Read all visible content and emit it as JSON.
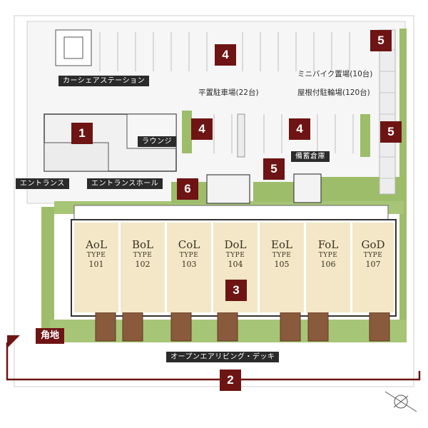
{
  "numbers": {
    "n1": "1",
    "n2": "2",
    "n3": "3",
    "n4a": "4",
    "n4b": "4",
    "n4c": "4",
    "n5a": "5",
    "n5b": "5",
    "n5c": "5",
    "n6": "6"
  },
  "labels": {
    "car_share": "カーシェアステーション",
    "lounge": "ラウンジ",
    "entrance": "エントランス",
    "entrance_hall": "エントランスホール",
    "storage": "備蓄倉庫",
    "open_deck": "オープンエアリビング・デッキ"
  },
  "plain_labels": {
    "parking": "平置駐車場(22台)",
    "minibike": "ミニバイク置場(10台)",
    "bicycle": "屋根付駐輪場(120台)"
  },
  "corner_label": "角地",
  "units": [
    {
      "name": "AoL",
      "type": "TYPE",
      "no": "101"
    },
    {
      "name": "BoL",
      "type": "TYPE",
      "no": "102"
    },
    {
      "name": "CoL",
      "type": "TYPE",
      "no": "103"
    },
    {
      "name": "DoL",
      "type": "TYPE",
      "no": "104"
    },
    {
      "name": "EoL",
      "type": "TYPE",
      "no": "105"
    },
    {
      "name": "FoL",
      "type": "TYPE",
      "no": "106"
    },
    {
      "name": "GoD",
      "type": "TYPE",
      "no": "107"
    }
  ],
  "colors": {
    "accent": "#6e1414",
    "label_bg": "#2b2b2b",
    "green": "#8fb35a",
    "unit_fill": "#f3e7c7",
    "deck": "#8a5a3c"
  }
}
